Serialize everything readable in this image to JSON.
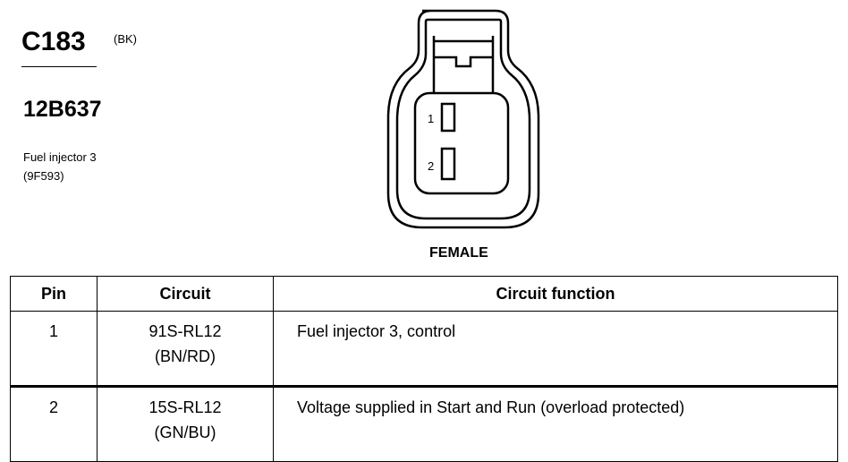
{
  "connector": {
    "id": "C183",
    "color_code": "(BK)",
    "part_number": "12B637",
    "description_line1": "Fuel injector 3",
    "description_line2": "(9F593)"
  },
  "diagram": {
    "pin_labels": [
      "1",
      "2"
    ],
    "gender": "FEMALE"
  },
  "table": {
    "headers": [
      "Pin",
      "Circuit",
      "Circuit function"
    ],
    "rows": [
      {
        "pin": "1",
        "circuit": "91S-RL12",
        "color": "(BN/RD)",
        "function": "Fuel injector 3, control"
      },
      {
        "pin": "2",
        "circuit": "15S-RL12",
        "color": "(GN/BU)",
        "function": "Voltage supplied in Start and Run (overload protected)"
      }
    ]
  }
}
